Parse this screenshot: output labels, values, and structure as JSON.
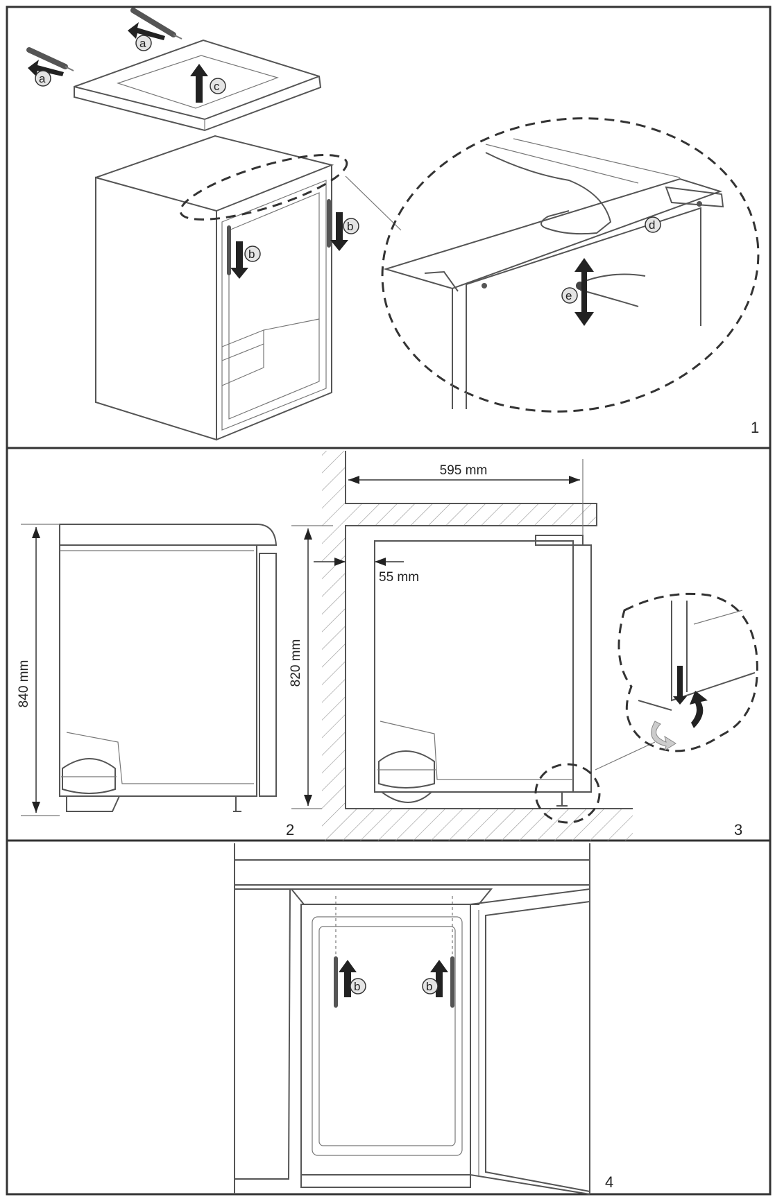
{
  "panels": {
    "panel1": {
      "number": "1",
      "callouts": {
        "a": "a",
        "c": "c",
        "b": "b",
        "d": "d",
        "e": "e"
      }
    },
    "panel2": {
      "number": "2",
      "height_label": "840 mm"
    },
    "panel3": {
      "number": "3",
      "width_label": "595 mm",
      "gap_label": "55 mm",
      "height_label": "820 mm"
    },
    "panel4": {
      "number": "4",
      "callouts": {
        "b": "b"
      }
    }
  },
  "colors": {
    "line": "#555555",
    "frame": "#333333",
    "callout_fill": "#e4e4e4"
  }
}
